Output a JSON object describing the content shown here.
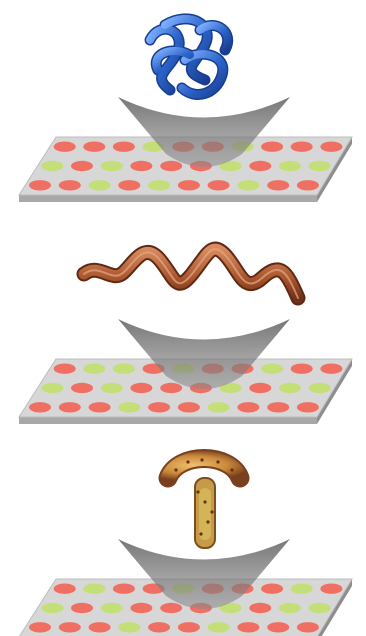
{
  "figure": {
    "panels": [
      {
        "molecule": "folded-protein",
        "molecule_color": "#2b63c8",
        "rows": [
          [
            "red",
            "red",
            "red",
            "green",
            "red",
            "red",
            "green",
            "red",
            "red",
            "red"
          ],
          [
            "green",
            "red",
            "green",
            "red",
            "red",
            "red",
            "green",
            "red",
            "green",
            "green"
          ],
          [
            "red",
            "red",
            "green",
            "red",
            "green",
            "red",
            "red",
            "green",
            "red",
            "red"
          ]
        ]
      },
      {
        "molecule": "helix-ribbon",
        "molecule_color": "#a8552d",
        "rows": [
          [
            "red",
            "green",
            "green",
            "red",
            "green",
            "red",
            "red",
            "green",
            "red",
            "red"
          ],
          [
            "green",
            "red",
            "green",
            "red",
            "red",
            "red",
            "green",
            "red",
            "green",
            "green"
          ],
          [
            "red",
            "red",
            "red",
            "green",
            "red",
            "red",
            "green",
            "red",
            "red",
            "red"
          ]
        ]
      },
      {
        "molecule": "antibody",
        "molecule_color": "#c98a3a",
        "rows": [
          [
            "red",
            "green",
            "red",
            "red",
            "green",
            "red",
            "red",
            "red",
            "green",
            "red"
          ],
          [
            "green",
            "red",
            "green",
            "red",
            "red",
            "red",
            "green",
            "red",
            "green",
            "green"
          ],
          [
            "red",
            "red",
            "red",
            "green",
            "red",
            "red",
            "green",
            "red",
            "red",
            "red"
          ]
        ]
      }
    ],
    "colors": {
      "spot_red": "#ef6f63",
      "spot_green": "#c4de78",
      "slide_top": "#d7d7d7",
      "slide_edge": "#a8a8a8",
      "cone": "#8f8f8f"
    }
  }
}
